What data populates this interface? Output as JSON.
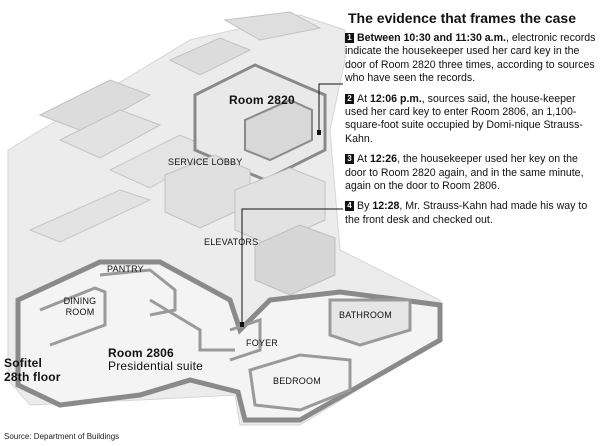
{
  "panel": {
    "title": "The evidence that frames the case",
    "entries": [
      {
        "num": "1",
        "bold": "Between 10:30 and 11:30 a.m.",
        "text": ", electronic records indicate the housekeeper used her card key in the door of Room 2820 three times, according to sources who have seen the records."
      },
      {
        "num": "2",
        "pre": "At ",
        "bold": "12:06 p.m.",
        "text": ", sources said, the house-keeper used her card key to enter Room 2806, an 1,100-square-foot suite occupied by Domi-nique Strauss-Kahn."
      },
      {
        "num": "3",
        "pre": "At ",
        "bold": "12:26",
        "text": ", the housekeeper used her key on the door to Room 2820 again, and in the same minute, again on the door to Room 2806."
      },
      {
        "num": "4",
        "pre": "By ",
        "bold": "12:28",
        "text": ", Mr. Strauss-Kahn had made his way to the front desk and checked out."
      }
    ]
  },
  "map": {
    "room_2820": "Room 2820",
    "service_lobby": "SERVICE LOBBY",
    "elevators": "ELEVATORS",
    "pantry": "PANTRY",
    "dining_line1": "DINING",
    "dining_line2": "ROOM",
    "bathroom": "BATHROOM",
    "foyer": "FOYER",
    "bedroom": "BEDROOM",
    "room_2806": "Room 2806",
    "suite": "Presidential suite",
    "floor_line1": "Sofitel",
    "floor_line2": "28th floor"
  },
  "source": "Source: Department of Buildings",
  "colors": {
    "floor": "#ececec",
    "wall": "#c9c9c9",
    "wall_highlight": "#8a8a8a",
    "suite_floor": "#f4f4f4",
    "text": "#111111"
  }
}
